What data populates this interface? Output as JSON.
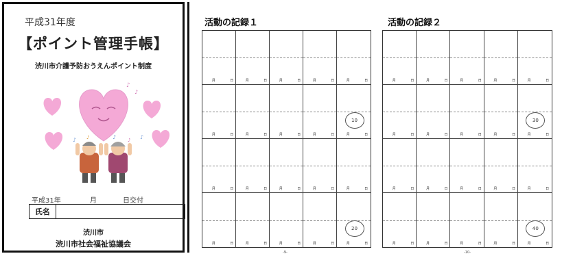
{
  "cover": {
    "year": "平成31年度",
    "title": "【ポイント管理手帳】",
    "subtitle": "渋川市介護予防おうえんポイント制度",
    "issue_date": {
      "year": "平成31年",
      "month": "月",
      "day": "日交付"
    },
    "name_label": "氏名",
    "city": "渋川市",
    "council": "渋川市社会福祉協議会"
  },
  "record_pages": [
    {
      "title": "活動の記録１",
      "milestones": [
        "10",
        "20"
      ],
      "page_number": "-9-"
    },
    {
      "title": "活動の記録２",
      "milestones": [
        "30",
        "40"
      ],
      "page_number": "-10-"
    }
  ],
  "cell_labels": {
    "month": "月",
    "day": "日"
  },
  "colors": {
    "heart": "#f4a9d6",
    "heart_dark": "#e07cc0",
    "border": "#111111"
  }
}
